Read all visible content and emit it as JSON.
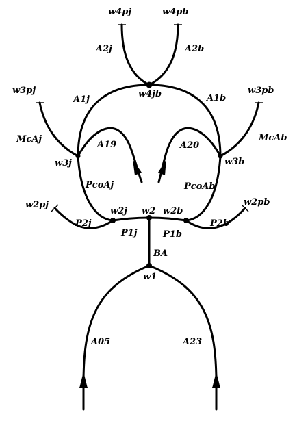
{
  "nodes": {
    "w1": "w1",
    "w2": "w2",
    "w2j": "w2j",
    "w2b": "w2b",
    "w2pj": "w2pj",
    "w2pb": "w2pb",
    "w3j": "w3j",
    "w3b": "w3b",
    "w3pj": "w3pj",
    "w3pb": "w3pb",
    "w4jb": "w4jb",
    "w4pj": "w4pj",
    "w4pb": "w4pb"
  },
  "edges": {
    "A05": "A05",
    "A23": "A23",
    "BA": "BA",
    "P1j": "P1j",
    "P1b": "P1b",
    "P2j": "P2j",
    "P2b": "P2b",
    "PcoAj": "PcoAj",
    "PcoAb": "PcoAb",
    "McAj": "McAj",
    "McAb": "McAb",
    "A1j": "A1j",
    "A1b": "A1b",
    "A19": "A19",
    "A20": "A20",
    "A2j": "A2j",
    "A2b": "A2b"
  }
}
